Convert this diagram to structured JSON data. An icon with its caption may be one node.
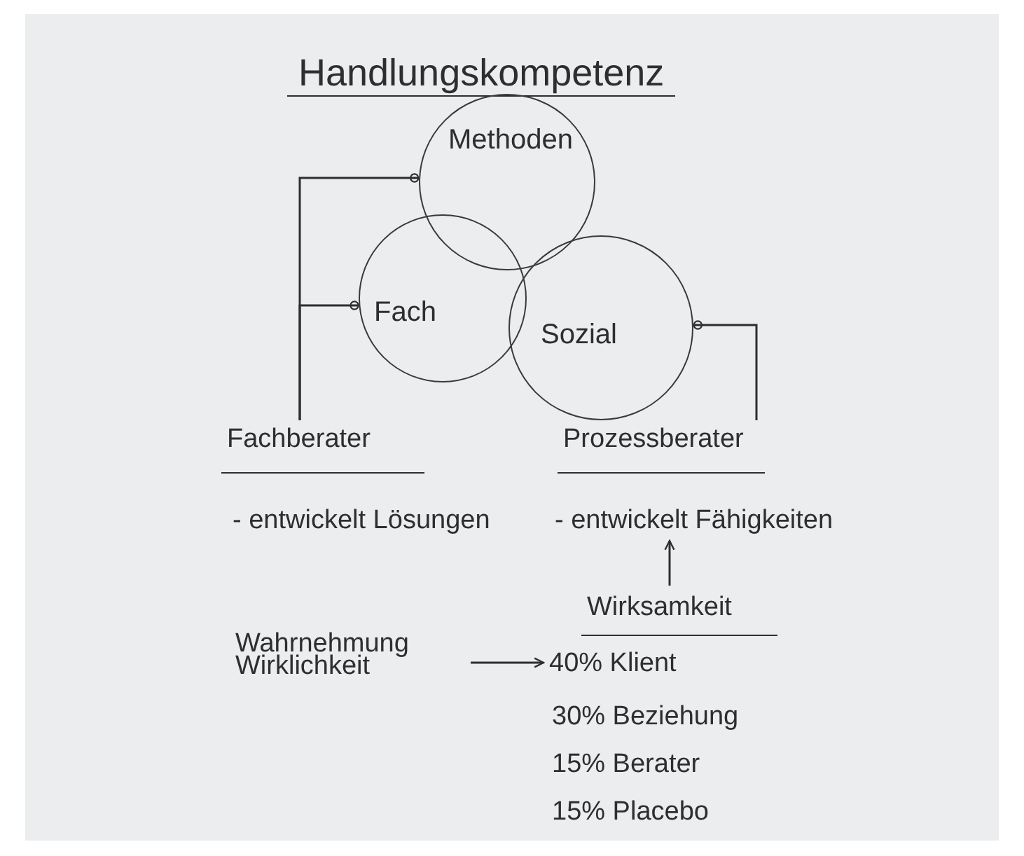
{
  "diagram": {
    "title": "Handlungskompetenz",
    "nodes": [
      {
        "text": [
          "Methoden"
        ]
      },
      {
        "text": [
          "Fach"
        ]
      },
      {
        "text": [
          "Sozial"
        ]
      },
      {
        "text": [
          "Fachberater"
        ]
      },
      {
        "text": [
          "Prozessberater"
        ]
      },
      {
        "text": [
          "- entwickelt Fähigkeiten"
        ]
      },
      {
        "text": [
          "Wirksamkeit"
        ]
      },
      {
        "text": [
          "Wahrnehmung Wirklichkeit"
        ]
      },
      {
        "text": [
          "40% Klient"
        ]
      }
    ],
    "edges": [
      {
        "from": 3,
        "to": 0,
        "arrow": "other"
      },
      {
        "from": 3,
        "to": 1,
        "arrow": "other"
      },
      {
        "from": 4,
        "to": 2,
        "arrow": "other"
      },
      {
        "from": 6,
        "to": 5,
        "arrow": "to"
      },
      {
        "from": 7,
        "to": 8,
        "arrow": "to"
      }
    ],
    "labels": [
      "- entwickelt Lösungen",
      "30% Beziehung",
      "15% Berater",
      "15% Placebo"
    ]
  }
}
